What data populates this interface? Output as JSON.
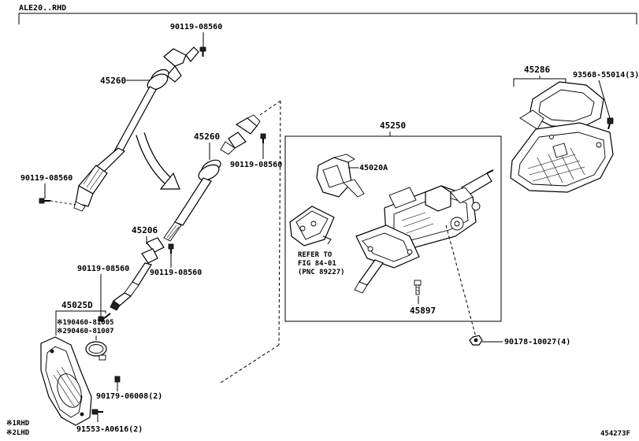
{
  "header_label": "ALE20..RHD",
  "footer_code": "454273F",
  "legend": [
    {
      "mark": "※1",
      "text": "RHD"
    },
    {
      "mark": "※2",
      "text": "LHD"
    }
  ],
  "callouts": {
    "p45260_upper": "45260",
    "p45260_lower": "45260",
    "p45206": "45206",
    "p45025d": "45025D",
    "alt1": "※190460-81005",
    "alt2": "※290460-81007",
    "p45250": "45250",
    "p45020a": "45020A",
    "p45897": "45897",
    "p45286": "45286",
    "bolt_a": "90119-08560",
    "bolt_b": "90119-08560",
    "bolt_c": "90119-08560",
    "bolt_d": "90119-08560",
    "bolt_e": "90119-08560",
    "screw_93568": "93568-55014(3)",
    "nut_90178": "90178-10027(4)",
    "clip_90179": "90179-06008(2)",
    "clip_91553": "91553-A0616(2)"
  },
  "refer_note": {
    "line1": "REFER TO",
    "line2": "FIG 84-01",
    "line3": "(PNC 89227)"
  }
}
